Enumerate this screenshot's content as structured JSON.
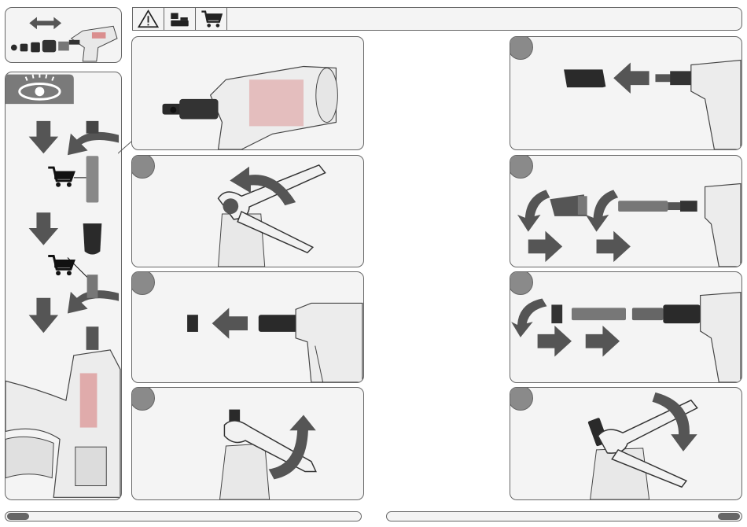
{
  "header": {
    "icons": [
      "warning-icon",
      "battery-charger-icon",
      "shopping-cart-icon"
    ]
  },
  "colors": {
    "panel_bg": "#f4f4f4",
    "border": "#666666",
    "arrow": "#555555",
    "tool_dark": "#2a2a2a",
    "badge": "#8a8a8a",
    "eye_box": "#7a7a7a"
  },
  "left_column": {
    "icons": [
      "eye-icon",
      "down-arrow-icon",
      "rotate-arrow-icon",
      "shopping-cart-icon"
    ]
  },
  "steps": [
    {
      "id": "tool-overview",
      "icons": [
        "rivet-tool-icon"
      ]
    },
    {
      "id": "loosen-wrench",
      "icons": [
        "wrench-icon",
        "rotate-ccw-icon"
      ]
    },
    {
      "id": "remove-nosepiece",
      "icons": [
        "left-arrow-icon"
      ]
    },
    {
      "id": "tighten-wrench",
      "icons": [
        "wrench-icon",
        "rotate-cw-icon"
      ]
    },
    {
      "id": "remove-frame",
      "icons": [
        "left-arrow-icon"
      ]
    },
    {
      "id": "assemble-parts",
      "icons": [
        "rotate-arrow-icon",
        "right-arrow-icon"
      ]
    },
    {
      "id": "assemble-extension",
      "icons": [
        "rotate-arrow-icon",
        "right-arrow-icon"
      ]
    },
    {
      "id": "final-tighten",
      "icons": [
        "wrench-icon",
        "rotate-cw-icon"
      ]
    }
  ]
}
